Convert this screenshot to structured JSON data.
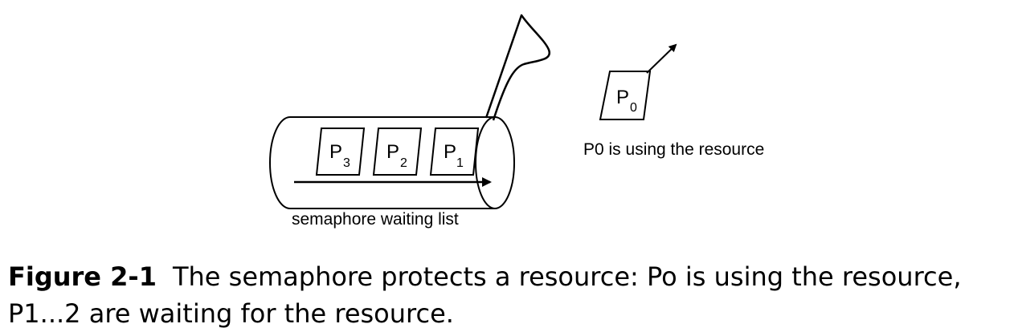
{
  "diagram": {
    "processes": {
      "p3": {
        "letter": "P",
        "index": "3"
      },
      "p2": {
        "letter": "P",
        "index": "2"
      },
      "p1": {
        "letter": "P",
        "index": "1"
      },
      "p0": {
        "letter": "P",
        "index": "0"
      }
    },
    "queue_label": "semaphore waiting list",
    "resource_label": "P0 is using the resource"
  },
  "caption": {
    "label": "Figure 2-1",
    "text": "The semaphore protects a resource: Po is using the resource, P1...2 are waiting for the resource."
  }
}
